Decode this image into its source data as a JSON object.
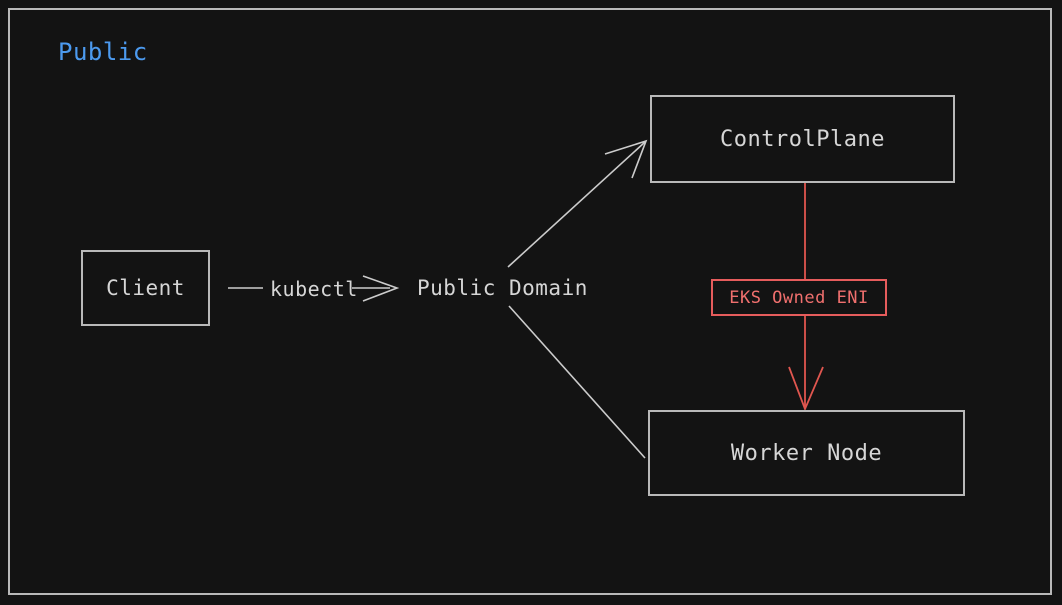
{
  "diagram": {
    "background_color": "#131313",
    "group": {
      "label": "Public",
      "label_color": "#4c9aef",
      "border_color": "#b9b9b9"
    },
    "nodes": [
      {
        "id": "client",
        "label": "Client",
        "shape": "box",
        "border_color": "#b9b9b9",
        "text_color": "#d6d6d6"
      },
      {
        "id": "public-domain",
        "label": "Public Domain",
        "shape": "text",
        "text_color": "#d6d6d6"
      },
      {
        "id": "controlplane",
        "label": "ControlPlane",
        "shape": "box",
        "border_color": "#b9b9b9",
        "text_color": "#d6d6d6"
      },
      {
        "id": "worker-node",
        "label": "Worker Node",
        "shape": "box",
        "border_color": "#b9b9b9",
        "text_color": "#d6d6d6"
      },
      {
        "id": "eks-owned-eni",
        "label": "EKS Owned ENI",
        "shape": "box",
        "border_color": "#e65c5c",
        "text_color": "#f0706e"
      }
    ],
    "edges": [
      {
        "id": "client-to-public-domain",
        "from": "client",
        "to": "public-domain",
        "label": "kubectl",
        "color": "#cccccc",
        "arrow": true
      },
      {
        "id": "public-domain-to-controlplane",
        "from": "public-domain",
        "to": "controlplane",
        "label": "",
        "color": "#cccccc",
        "arrow": true
      },
      {
        "id": "public-domain-to-worker-node",
        "from": "public-domain",
        "to": "worker-node",
        "label": "",
        "color": "#cccccc",
        "arrow": false
      },
      {
        "id": "controlplane-to-eni",
        "from": "controlplane",
        "to": "eks-owned-eni",
        "label": "",
        "color": "#e0564f",
        "arrow": false
      },
      {
        "id": "eni-to-worker-node",
        "from": "eks-owned-eni",
        "to": "worker-node",
        "label": "",
        "color": "#e0564f",
        "arrow": true
      }
    ]
  }
}
